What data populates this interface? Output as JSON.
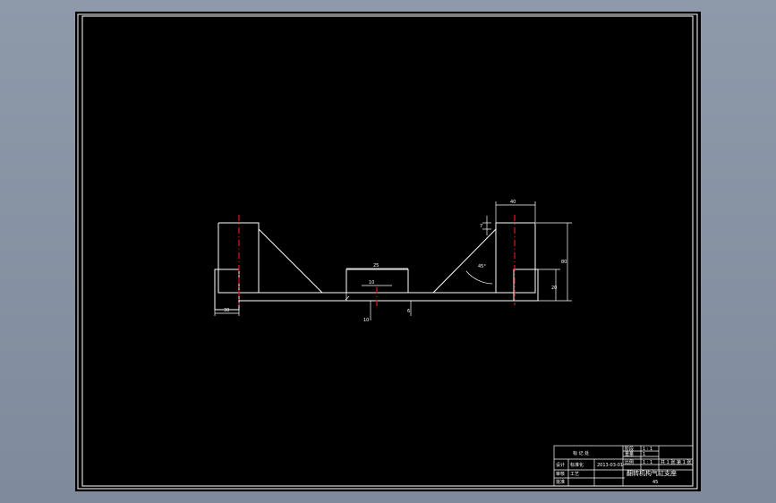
{
  "colors": {
    "background": "#8e99aa",
    "canvas": "#000000",
    "lines": "#ffffff",
    "centerlines": "#e01818"
  },
  "dimensions": {
    "right_top_width": "40",
    "center_top_width": "25",
    "center_inner_width": "10",
    "right_small_height": "7",
    "angle": "45°",
    "overall_height": "80",
    "right_lower_height": "20",
    "left_bottom": "30",
    "center_lower": "10",
    "center_small": "6"
  },
  "title_block": {
    "header": "标 记 处",
    "row_label_1": "设计",
    "row_value_1": "标准化",
    "row_label_2": "审核",
    "row_value_2": "工艺",
    "row_label_3": "批准",
    "date_value": "2013-03-01",
    "r1a": "阶段",
    "r1b": "1 : 1",
    "r2a": "重量",
    "r2b": "1",
    "scale_label": "比例",
    "scale_value": "1 : 1",
    "sheet_label": "共 1 张",
    "sheet_value": "第 1 张",
    "drawing_name": "翻转机构气缸支座",
    "part_number": "45"
  }
}
